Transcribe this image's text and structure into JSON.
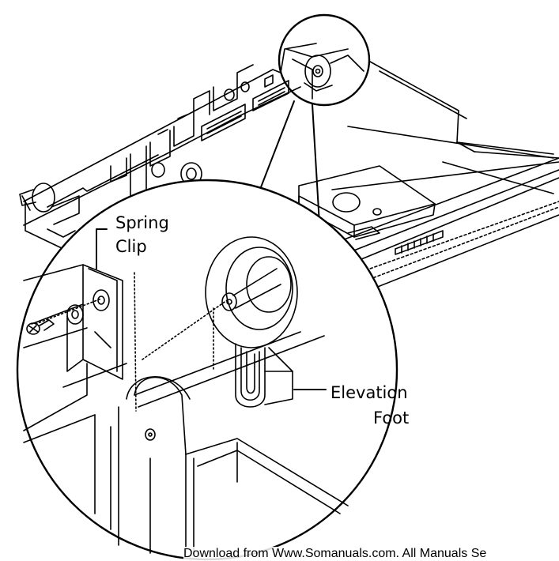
{
  "labels": {
    "spring_clip_line1": "Spring",
    "spring_clip_line2": "Clip",
    "elevation_foot_line1": "Elevation",
    "elevation_foot_line2": "Foot"
  },
  "footer": {
    "text": "Download from Www.Somanuals.com. All Manuals Se"
  }
}
